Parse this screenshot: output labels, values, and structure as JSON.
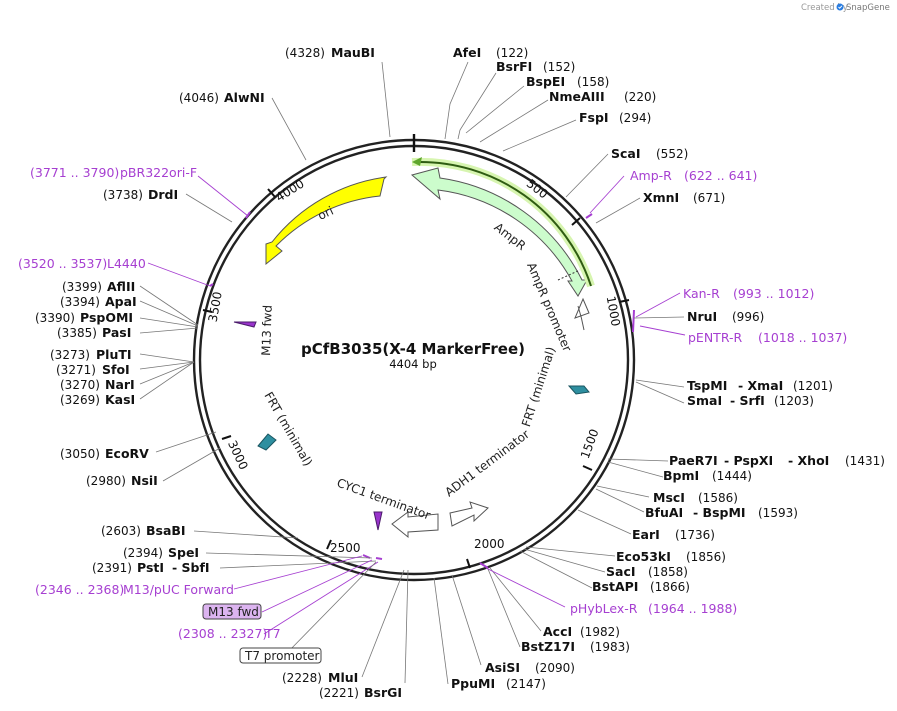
{
  "credit": {
    "prefix": "Created by",
    "brand": "SnapGene"
  },
  "plasmid": {
    "name": "pCfB3035(X-4 MarkerFree)",
    "length_label": "4404 bp"
  },
  "ticks": [
    "500",
    "1000",
    "1500",
    "2000",
    "2500",
    "3000",
    "3500",
    "4000"
  ],
  "features": {
    "ampr": "AmpR",
    "ampr_promoter": "AmpR promoter",
    "frt_right": "FRT (minimal)",
    "adh1": "ADH1 terminator",
    "cyc1": "CYC1 terminator",
    "frt_left": "FRT (minimal)",
    "m13": "M13 fwd",
    "ori": "ori"
  },
  "enzymes": {
    "maubi": {
      "name": "MauBI",
      "pos": "(4328)"
    },
    "afei": {
      "name": "AfeI",
      "pos": "(122)"
    },
    "bsrfi": {
      "name": "BsrFI",
      "pos": "(152)"
    },
    "bspei": {
      "name": "BspEI",
      "pos": "(158)"
    },
    "nmeaiii": {
      "name": "NmeAIII",
      "pos": "(220)"
    },
    "fspi": {
      "name": "FspI",
      "pos": "(294)"
    },
    "scai": {
      "name": "ScaI",
      "pos": "(552)"
    },
    "xmni": {
      "name": "XmnI",
      "pos": "(671)"
    },
    "nrui": {
      "name": "NruI",
      "pos": "(996)"
    },
    "tspmi": {
      "name": "TspMI",
      "name2": "- XmaI",
      "pos": "(1201)"
    },
    "smai": {
      "name": "SmaI",
      "name2": "- SrfI",
      "pos": "(1203)"
    },
    "paer7i": {
      "name": "PaeR7I",
      "name2": "- PspXI",
      "name3": "- XhoI",
      "pos": "(1431)"
    },
    "bpmi": {
      "name": "BpmI",
      "pos": "(1444)"
    },
    "msci": {
      "name": "MscI",
      "pos": "(1586)"
    },
    "bfuai": {
      "name": "BfuAI",
      "name2": "- BspMI",
      "pos": "(1593)"
    },
    "eari": {
      "name": "EarI",
      "pos": "(1736)"
    },
    "eco53ki": {
      "name": "Eco53kI",
      "pos": "(1856)"
    },
    "saci": {
      "name": "SacI",
      "pos": "(1858)"
    },
    "bstapi": {
      "name": "BstAPI",
      "pos": "(1866)"
    },
    "acci": {
      "name": "AccI",
      "pos": "(1982)"
    },
    "bstz17i": {
      "name": "BstZ17I",
      "pos": "(1983)"
    },
    "asisi": {
      "name": "AsiSI",
      "pos": "(2090)"
    },
    "ppumi": {
      "name": "PpuMI",
      "pos": "(2147)"
    },
    "mlui": {
      "name": "MluI",
      "pos": "(2228)"
    },
    "bsrgi": {
      "name": "BsrGI",
      "pos": "(2221)"
    },
    "bsabi": {
      "name": "BsaBI",
      "pos": "(2603)"
    },
    "spei": {
      "name": "SpeI",
      "pos": "(2394)"
    },
    "psti": {
      "name": "PstI",
      "name2": "- SbfI",
      "pos": "(2391)"
    },
    "nsii": {
      "name": "NsiI",
      "pos": "(2980)"
    },
    "ecorv": {
      "name": "EcoRV",
      "pos": "(3050)"
    },
    "kasi": {
      "name": "KasI",
      "pos": "(3269)"
    },
    "nari": {
      "name": "NarI",
      "pos": "(3270)"
    },
    "sfoi": {
      "name": "SfoI",
      "pos": "(3271)"
    },
    "pluti": {
      "name": "PluTI",
      "pos": "(3273)"
    },
    "pasi": {
      "name": "PasI",
      "pos": "(3385)"
    },
    "pspomi": {
      "name": "PspOMI",
      "pos": "(3390)"
    },
    "apai": {
      "name": "ApaI",
      "pos": "(3394)"
    },
    "aflii": {
      "name": "AflII",
      "pos": "(3399)"
    },
    "drdi": {
      "name": "DrdI",
      "pos": "(3738)"
    },
    "alwni": {
      "name": "AlwNI",
      "pos": "(4046)"
    }
  },
  "primers": {
    "ampr": {
      "name": "Amp-R",
      "range": "(622 .. 641)"
    },
    "kanr": {
      "name": "Kan-R",
      "range": "(993 .. 1012)"
    },
    "pentr": {
      "name": "pENTR-R",
      "range": "(1018 .. 1037)"
    },
    "phyblex": {
      "name": "pHybLex-R",
      "range": "(1964 .. 1988)"
    },
    "m13puc": {
      "name": "M13/pUC Forward",
      "range": "(2346 .. 2368)"
    },
    "t7": {
      "name": "T7",
      "range": "(2308 .. 2327)"
    },
    "l4440": {
      "name": "L4440",
      "range": "(3520 .. 3537)"
    },
    "pbr322": {
      "name": "pBR322ori-F",
      "range": "(3771 .. 3790)"
    }
  },
  "boxed_labels": {
    "m13_fwd": "M13 fwd",
    "t7_promoter": "T7 promoter"
  },
  "colors": {
    "backbone": "#222222",
    "primer": "#a63fd1",
    "ampr_fill": "#ccfccc",
    "ori_fill": "#ffff00",
    "promoter_fill": "#ffffff",
    "frt_fill": "#2e8fa0",
    "m13_fill": "#9933cc",
    "m13_box": "#dcb4f0",
    "primer_arrow": "#5fa62e"
  }
}
